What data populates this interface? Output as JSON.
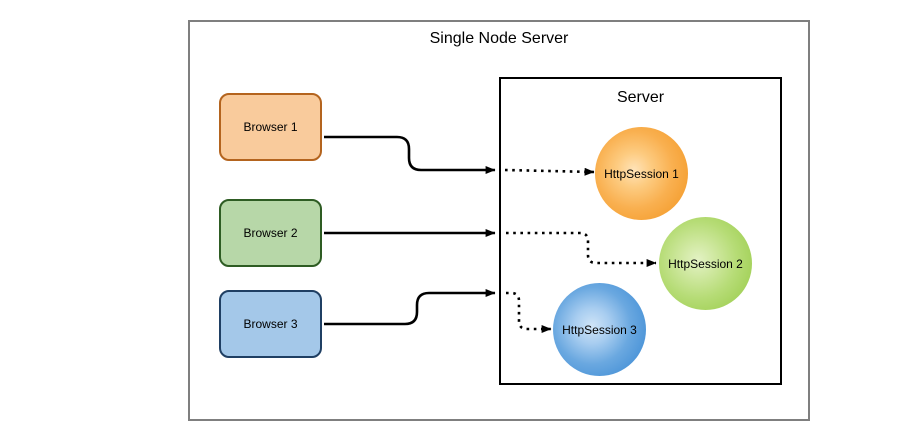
{
  "diagram": {
    "title": "Single Node Server",
    "server": {
      "title": "Server"
    },
    "browsers": [
      {
        "label": "Browser 1",
        "fill": "#f9cb9c",
        "stroke": "#b4641e"
      },
      {
        "label": "Browser 2",
        "fill": "#b7d7a8",
        "stroke": "#2e5c23"
      },
      {
        "label": "Browser 3",
        "fill": "#a4c8e9",
        "stroke": "#1f3f63"
      }
    ],
    "sessions": [
      {
        "label": "HttpSession 1",
        "color": "#f5a033"
      },
      {
        "label": "HttpSession 2",
        "color": "#a3d159"
      },
      {
        "label": "HttpSession 3",
        "color": "#4b94d8"
      }
    ],
    "connectors": [
      {
        "from": "Browser 1",
        "to": "server-boundary",
        "style": "solid",
        "arrow": "filled-triangle"
      },
      {
        "from": "Browser 2",
        "to": "server-boundary",
        "style": "solid",
        "arrow": "filled-triangle"
      },
      {
        "from": "Browser 3",
        "to": "server-boundary",
        "style": "solid",
        "arrow": "filled-triangle"
      },
      {
        "from": "server-boundary",
        "to": "HttpSession 1",
        "style": "dotted",
        "arrow": "filled-triangle"
      },
      {
        "from": "server-boundary",
        "to": "HttpSession 2",
        "style": "dotted",
        "arrow": "filled-triangle"
      },
      {
        "from": "server-boundary",
        "to": "HttpSession 3",
        "style": "dotted",
        "arrow": "filled-triangle"
      }
    ],
    "colors": {
      "outer_border": "#7f7f7f",
      "server_border": "#000000",
      "line": "#000000",
      "background": "#ffffff"
    }
  }
}
